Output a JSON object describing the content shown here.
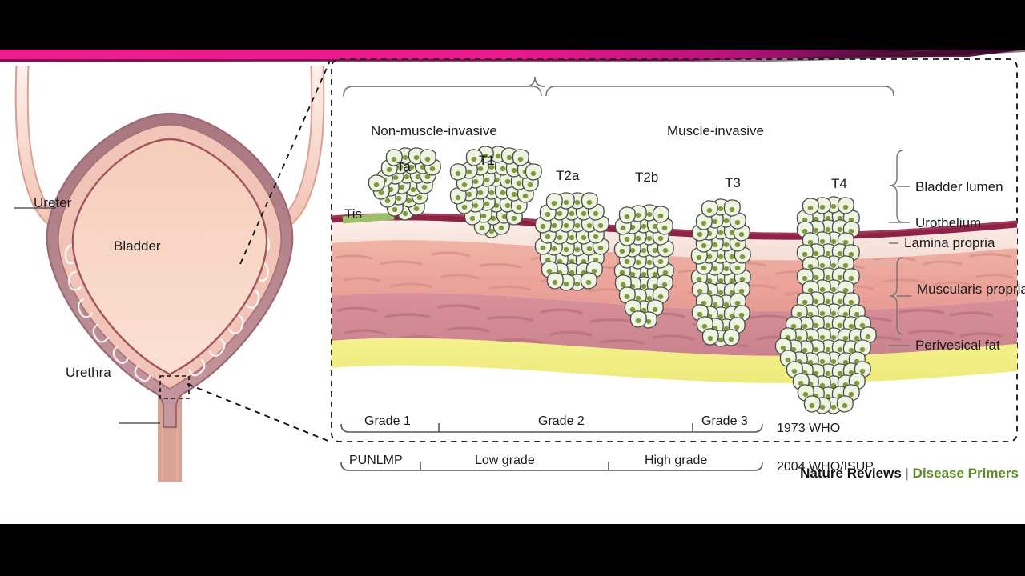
{
  "figure": {
    "credit_primary": "Nature Reviews",
    "credit_separator": "|",
    "credit_secondary": "Disease Primers"
  },
  "anatomy_panel": {
    "labels": {
      "ureter": "Ureter",
      "bladder": "Bladder",
      "urethra": "Urethra"
    }
  },
  "detail_panel": {
    "groups": [
      {
        "key": "non_muscle_invasive",
        "label": "Non-muscle-invasive"
      },
      {
        "key": "muscle_invasive",
        "label": "Muscle-invasive"
      }
    ],
    "stages": [
      {
        "key": "tis",
        "label": "Tis"
      },
      {
        "key": "ta",
        "label": "Ta"
      },
      {
        "key": "t1",
        "label": "T1"
      },
      {
        "key": "t2a",
        "label": "T2a"
      },
      {
        "key": "t2b",
        "label": "T2b"
      },
      {
        "key": "t3",
        "label": "T3"
      },
      {
        "key": "t4",
        "label": "T4"
      }
    ],
    "layers": [
      {
        "key": "bladder_lumen",
        "label": "Bladder lumen",
        "color": "#ffffff"
      },
      {
        "key": "urothelium",
        "label": "Urothelium",
        "color": "#8e2347"
      },
      {
        "key": "lamina_propria",
        "label": "Lamina propria",
        "color": "#f7e3da"
      },
      {
        "key": "muscularis_propria",
        "label": "Muscularis propria",
        "color": "#e9a79c"
      },
      {
        "key": "perivesical_fat",
        "label": "Perivesical fat",
        "color": "#f2ef86"
      }
    ],
    "grading_rows": [
      {
        "key": "who_1973",
        "scale_label": "1973 WHO",
        "segments": [
          "Grade 1",
          "Grade 2",
          "Grade 3"
        ]
      },
      {
        "key": "who_isup_2004",
        "scale_label": "2004 WHO/ISUP",
        "segments": [
          "PUNLMP",
          "Low grade",
          "High grade"
        ]
      }
    ]
  },
  "colors": {
    "accent_magenta": "#ec1c8e",
    "urothelium": "#8e2347",
    "tis_marker": "#9cc06a",
    "tumor_cell_fill": "#eef3e2",
    "tumor_nucleus": "#7d9b3c",
    "tumor_outline": "#4a4a48",
    "fat": "#f2ef86",
    "muscle_light": "#eba79b",
    "muscle_dark": "#cf8a8c",
    "lamina": "#fae7de",
    "credit_green": "#5d8a24"
  }
}
